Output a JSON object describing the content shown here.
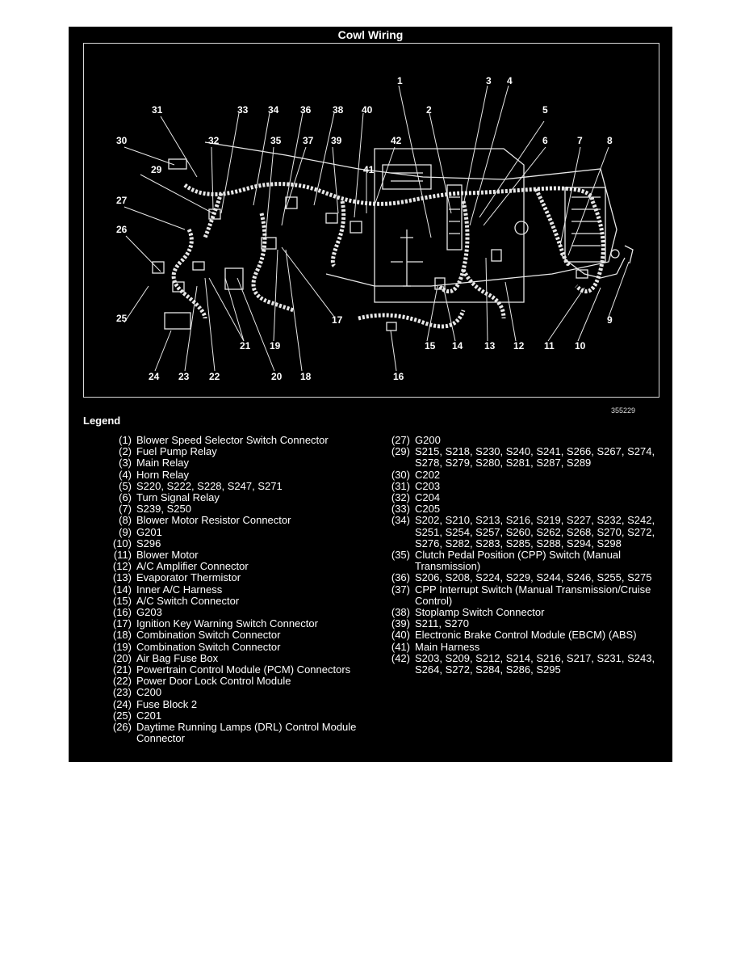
{
  "title": "Cowl Wiring",
  "reference_number": "355229",
  "legend_title": "Legend",
  "callouts": [
    "1",
    "2",
    "3",
    "4",
    "5",
    "6",
    "7",
    "8",
    "9",
    "10",
    "11",
    "12",
    "13",
    "14",
    "15",
    "16",
    "17",
    "18",
    "19",
    "20",
    "21",
    "22",
    "23",
    "24",
    "25",
    "26",
    "27",
    "29",
    "30",
    "31",
    "32",
    "33",
    "34",
    "35",
    "36",
    "37",
    "38",
    "39",
    "40",
    "41",
    "42"
  ],
  "legend_left": [
    {
      "num": "(1)",
      "text": "Blower Speed Selector Switch Connector"
    },
    {
      "num": "(2)",
      "text": "Fuel Pump Relay"
    },
    {
      "num": "(3)",
      "text": "Main Relay"
    },
    {
      "num": "(4)",
      "text": "Horn Relay"
    },
    {
      "num": "(5)",
      "text": "S220, S222, S228, S247, S271"
    },
    {
      "num": "(6)",
      "text": "Turn Signal Relay"
    },
    {
      "num": "(7)",
      "text": "S239, S250"
    },
    {
      "num": "(8)",
      "text": "Blower Motor Resistor Connector"
    },
    {
      "num": "(9)",
      "text": "G201"
    },
    {
      "num": "(10)",
      "text": "S296"
    },
    {
      "num": "(11)",
      "text": "Blower Motor"
    },
    {
      "num": "(12)",
      "text": "A/C Amplifier Connector"
    },
    {
      "num": "(13)",
      "text": "Evaporator Thermistor"
    },
    {
      "num": "(14)",
      "text": "Inner A/C Harness"
    },
    {
      "num": "(15)",
      "text": "A/C Switch Connector"
    },
    {
      "num": "(16)",
      "text": "G203"
    },
    {
      "num": "(17)",
      "text": "Ignition Key Warning Switch Connector"
    },
    {
      "num": "(18)",
      "text": "Combination Switch Connector"
    },
    {
      "num": "(19)",
      "text": "Combination Switch Connector"
    },
    {
      "num": "(20)",
      "text": "Air Bag Fuse Box"
    },
    {
      "num": "(21)",
      "text": "Powertrain Control Module (PCM) Connectors"
    },
    {
      "num": "(22)",
      "text": "Power Door Lock Control Module"
    },
    {
      "num": "(23)",
      "text": "C200"
    },
    {
      "num": "(24)",
      "text": "Fuse Block 2"
    },
    {
      "num": "(25)",
      "text": "C201"
    },
    {
      "num": "(26)",
      "text": "Daytime Running Lamps (DRL) Control Module Connector"
    }
  ],
  "legend_right": [
    {
      "num": "(27)",
      "text": "G200"
    },
    {
      "num": "(29)",
      "text": "S215, S218, S230, S240, S241, S266, S267, S274, S278, S279, S280, S281, S287, S289"
    },
    {
      "num": "(30)",
      "text": "C202"
    },
    {
      "num": "(31)",
      "text": "C203"
    },
    {
      "num": "(32)",
      "text": "C204"
    },
    {
      "num": "(33)",
      "text": "C205"
    },
    {
      "num": "(34)",
      "text": "S202, S210, S213, S216, S219, S227, S232, S242, S251, S254, S257, S260, S262, S268, S270, S272, S276, S282, S283, S285, S288, S294, S298"
    },
    {
      "num": "(35)",
      "text": "Clutch Pedal Position (CPP) Switch (Manual Transmission)"
    },
    {
      "num": "(36)",
      "text": "S206, S208, S224, S229, S244, S246, S255, S275"
    },
    {
      "num": "(37)",
      "text": "CPP Interrupt Switch (Manual Transmission/Cruise Control)"
    },
    {
      "num": "(38)",
      "text": "Stoplamp Switch Connector"
    },
    {
      "num": "(39)",
      "text": "S211, S270"
    },
    {
      "num": "(40)",
      "text": "Electronic Brake Control Module (EBCM) (ABS)"
    },
    {
      "num": "(41)",
      "text": "Main Harness"
    },
    {
      "num": "(42)",
      "text": "S203, S209, S212, S214, S216, S217, S231, S243, S264, S272, S284, S286, S295"
    }
  ]
}
